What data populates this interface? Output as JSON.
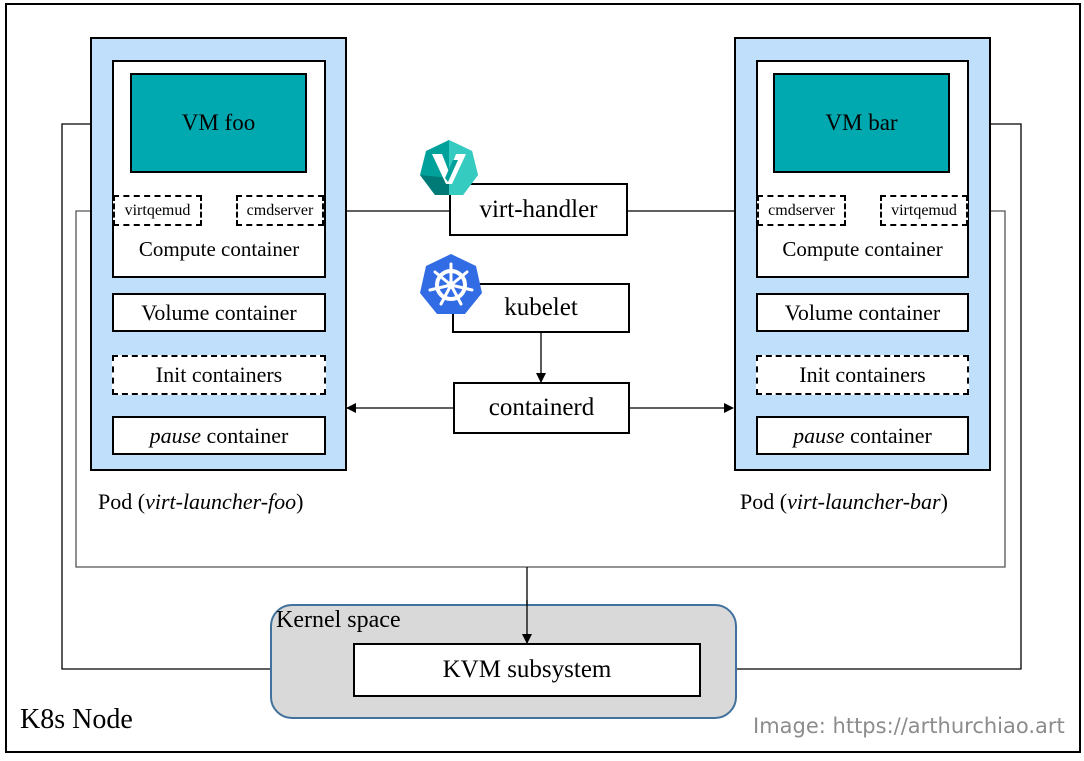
{
  "node": {
    "label": "K8s Node"
  },
  "watermark": "Image: https://arthurchiao.art",
  "pods": {
    "left": {
      "label_prefix": "Pod (",
      "label_name": "virt-launcher-foo",
      "label_suffix": ")",
      "vm": "VM foo",
      "virtqemud": "virtqemud",
      "cmdserver": "cmdserver",
      "compute": "Compute container",
      "volume": "Volume container",
      "init": "Init containers",
      "pause_em": "pause",
      "pause_rest": " container"
    },
    "right": {
      "label_prefix": "Pod (",
      "label_name": "virt-launcher-bar",
      "label_suffix": ")",
      "vm": "VM bar",
      "virtqemud": "virtqemud",
      "cmdserver": "cmdserver",
      "compute": "Compute container",
      "volume": "Volume container",
      "init": "Init containers",
      "pause_em": "pause",
      "pause_rest": " container"
    }
  },
  "components": {
    "virt_handler": "virt-handler",
    "kubelet": "kubelet",
    "containerd": "containerd"
  },
  "kernel": {
    "label": "Kernel space",
    "kvm": "KVM subsystem"
  },
  "icons": {
    "kubevirt": "kubevirt-logo-icon",
    "kubernetes": "kubernetes-logo-icon"
  },
  "colors": {
    "pod_fill": "#BFDFFA",
    "vm_fill": "#00A9B0",
    "kernel_fill": "#D9D9D9",
    "kernel_border": "#41719C",
    "k8s_blue": "#326CE5",
    "kubevirt_teal": "#00A19B"
  }
}
